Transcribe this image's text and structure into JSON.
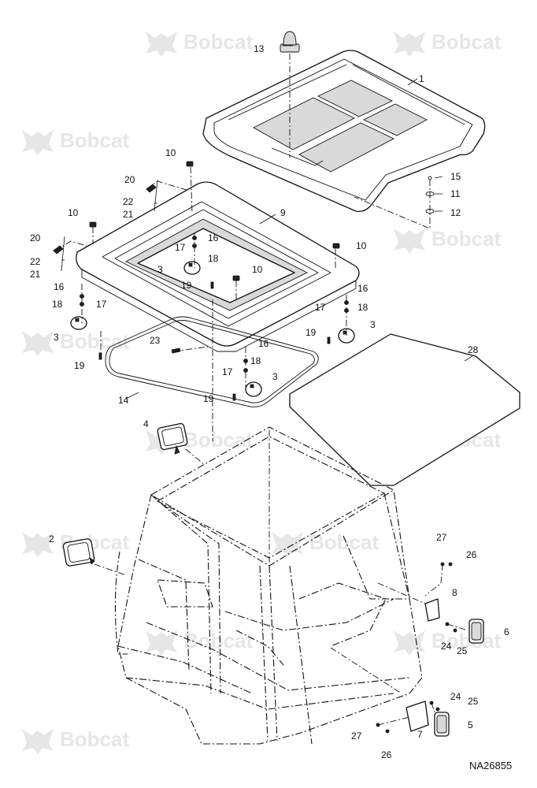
{
  "watermark": {
    "text": "Bobcat",
    "trademark": "®"
  },
  "drawing_number": "NA26855",
  "callouts": [
    {
      "id": "c1",
      "label": "1"
    },
    {
      "id": "c2",
      "label": "2"
    },
    {
      "id": "c3a",
      "label": "3"
    },
    {
      "id": "c3b",
      "label": "3"
    },
    {
      "id": "c3c",
      "label": "3"
    },
    {
      "id": "c3d",
      "label": "3"
    },
    {
      "id": "c4",
      "label": "4"
    },
    {
      "id": "c5",
      "label": "5"
    },
    {
      "id": "c6",
      "label": "6"
    },
    {
      "id": "c7",
      "label": "7"
    },
    {
      "id": "c8",
      "label": "8"
    },
    {
      "id": "c9",
      "label": "9"
    },
    {
      "id": "c10a",
      "label": "10"
    },
    {
      "id": "c10b",
      "label": "10"
    },
    {
      "id": "c10c",
      "label": "10"
    },
    {
      "id": "c10d",
      "label": "10"
    },
    {
      "id": "c11",
      "label": "11"
    },
    {
      "id": "c12",
      "label": "12"
    },
    {
      "id": "c13",
      "label": "13"
    },
    {
      "id": "c14",
      "label": "14"
    },
    {
      "id": "c15",
      "label": "15"
    },
    {
      "id": "c16a",
      "label": "16"
    },
    {
      "id": "c16b",
      "label": "16"
    },
    {
      "id": "c16c",
      "label": "16"
    },
    {
      "id": "c16d",
      "label": "16"
    },
    {
      "id": "c17a",
      "label": "17"
    },
    {
      "id": "c17b",
      "label": "17"
    },
    {
      "id": "c17c",
      "label": "17"
    },
    {
      "id": "c17d",
      "label": "17"
    },
    {
      "id": "c18a",
      "label": "18"
    },
    {
      "id": "c18b",
      "label": "18"
    },
    {
      "id": "c18c",
      "label": "18"
    },
    {
      "id": "c18d",
      "label": "18"
    },
    {
      "id": "c19a",
      "label": "19"
    },
    {
      "id": "c19b",
      "label": "19"
    },
    {
      "id": "c19c",
      "label": "19"
    },
    {
      "id": "c19d",
      "label": "19"
    },
    {
      "id": "c20a",
      "label": "20"
    },
    {
      "id": "c20b",
      "label": "20"
    },
    {
      "id": "c21a",
      "label": "21"
    },
    {
      "id": "c21b",
      "label": "21"
    },
    {
      "id": "c22a",
      "label": "22"
    },
    {
      "id": "c22b",
      "label": "22"
    },
    {
      "id": "c23",
      "label": "23"
    },
    {
      "id": "c24a",
      "label": "24"
    },
    {
      "id": "c24b",
      "label": "24"
    },
    {
      "id": "c25a",
      "label": "25"
    },
    {
      "id": "c25b",
      "label": "25"
    },
    {
      "id": "c26a",
      "label": "26"
    },
    {
      "id": "c26b",
      "label": "26"
    },
    {
      "id": "c27a",
      "label": "27"
    },
    {
      "id": "c27b",
      "label": "27"
    },
    {
      "id": "c28",
      "label": "28"
    }
  ]
}
